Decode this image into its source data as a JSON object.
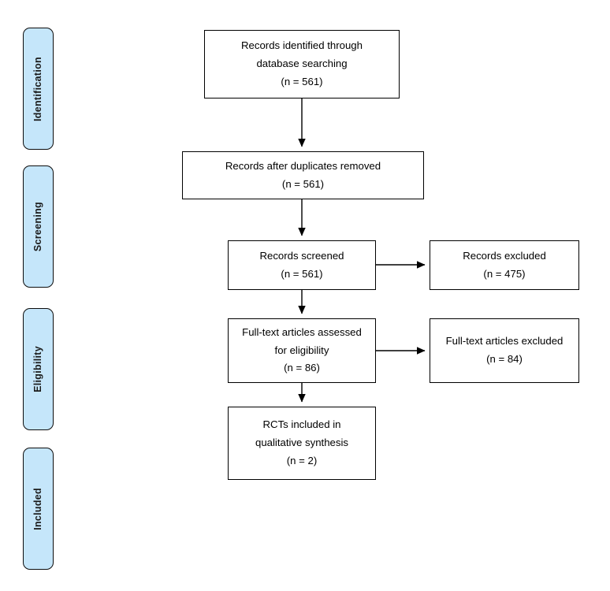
{
  "diagram": {
    "type": "prisma-flow-diagram",
    "background_color": "#ffffff",
    "stage_fill_color": "#c5e6fa",
    "stage_border_color": "#0d0d0d",
    "box_border_color": "#000000",
    "connector_color": "#000000"
  },
  "stages": [
    {
      "label": "Identification"
    },
    {
      "label": "Screening"
    },
    {
      "label": "Eligibility"
    },
    {
      "label": "Included"
    }
  ],
  "boxes": {
    "identified": {
      "lines": [
        "Records identified through",
        "database searching",
        "(n = 561)"
      ],
      "count": 561
    },
    "after_duplicates": {
      "lines": [
        "Records after duplicates removed",
        "(n = 561)"
      ],
      "count": 561
    },
    "screened": {
      "lines": [
        "Records screened",
        "(n = 561)"
      ],
      "count": 561
    },
    "records_excluded": {
      "lines": [
        "Records excluded",
        "(n = 475)"
      ],
      "count": 475
    },
    "fulltext_assessed": {
      "lines": [
        "Full-text articles assessed",
        "for eligibility",
        "(n = 86)"
      ],
      "count": 86
    },
    "fulltext_excluded": {
      "lines": [
        "Full-text articles excluded",
        "(n = 84)"
      ],
      "count": 84
    },
    "included_rcts": {
      "lines": [
        "RCTs included in",
        "qualitative synthesis",
        "(n = 2)"
      ],
      "count": 2
    }
  }
}
